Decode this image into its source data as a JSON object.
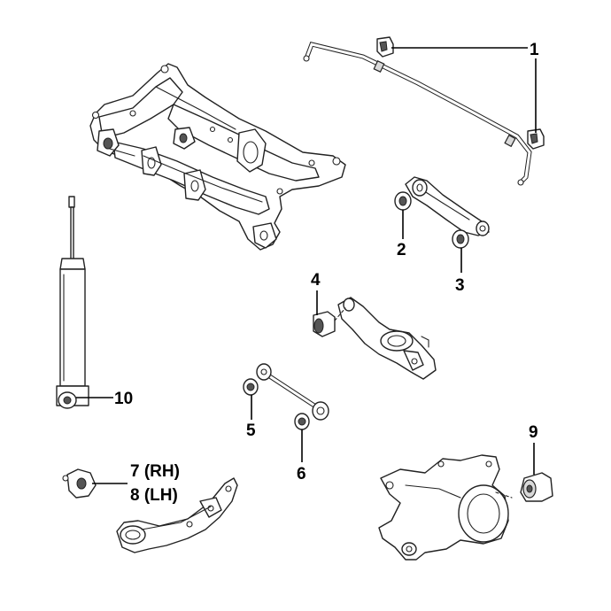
{
  "callouts": {
    "c1": "1",
    "c2": "2",
    "c3": "3",
    "c4": "4",
    "c5": "5",
    "c6": "6",
    "c7": "7 (RH)",
    "c8": "8 (LH)",
    "c9": "9",
    "c10": "10"
  },
  "colors": {
    "line": "#222222",
    "background": "#ffffff"
  }
}
